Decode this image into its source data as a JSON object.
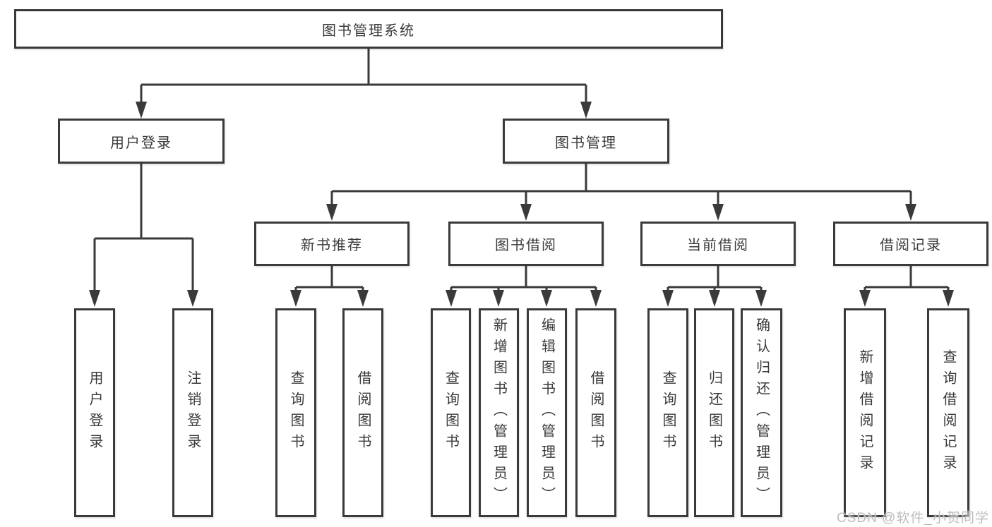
{
  "colors": {
    "line": "#3a3a3a",
    "text": "#3a3a3a",
    "box_bg": "#ffffff",
    "watermark": "#bdbdbd",
    "page_bg": "#ffffff"
  },
  "nodes": {
    "root": "图书管理系统",
    "level2": {
      "user_login": "用户登录",
      "book_management": "图书管理"
    },
    "level3": {
      "new_book": "新书推荐",
      "book_borrow": "图书借阅",
      "current_borrow": "当前借阅",
      "borrow_records": "借阅记录"
    }
  },
  "leaves": {
    "g1": [
      "用户登录",
      "注销登录"
    ],
    "g2": [
      "查询图书",
      "借阅图书"
    ],
    "g3": [
      "查询图书",
      "新增图书（管理员）",
      "编辑图书（管理员）",
      "借阅图书"
    ],
    "g4": [
      "查询图书",
      "归还图书",
      "确认归还（管理员）"
    ],
    "g5": [
      "新增借阅记录",
      "查询借阅记录"
    ]
  },
  "watermark": "CSDN @软件_小贺同学"
}
